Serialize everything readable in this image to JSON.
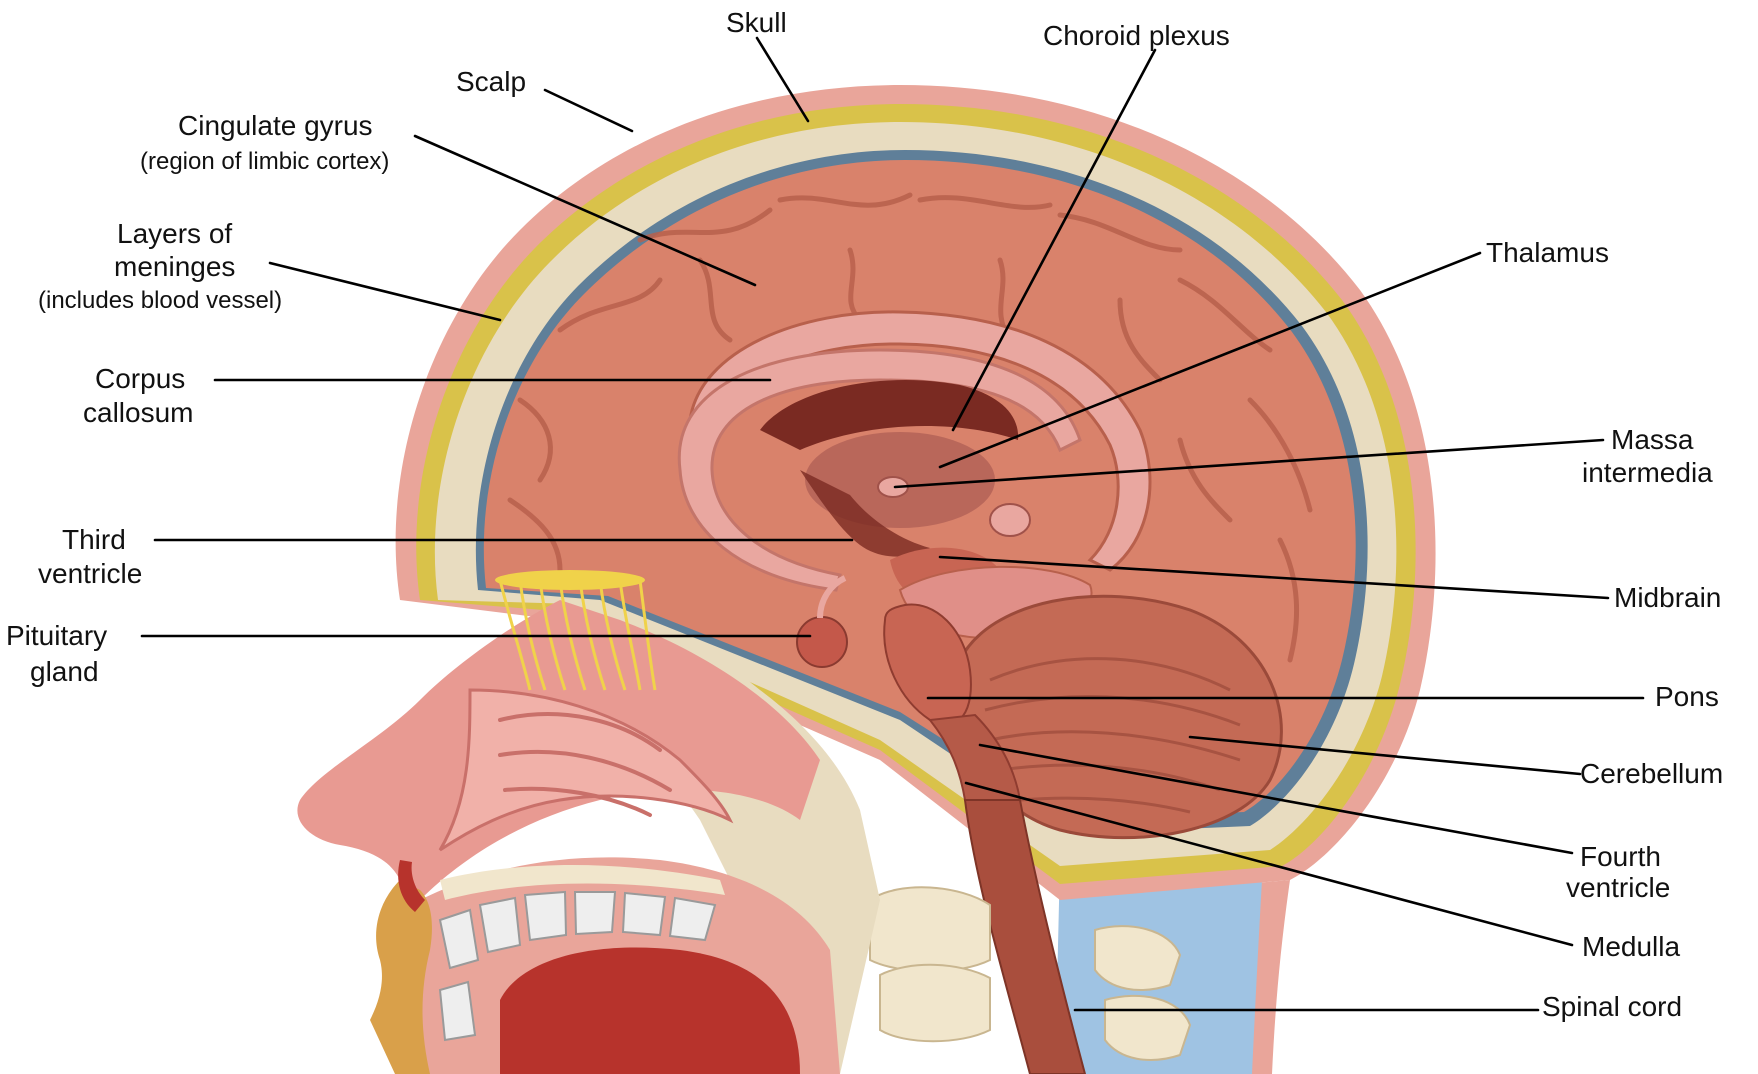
{
  "labels": {
    "skull": "Skull",
    "choroid_plexus": "Choroid plexus",
    "scalp": "Scalp",
    "cingulate_gyrus": "Cingulate gyrus",
    "cingulate_gyrus_note": "(region of limbic cortex)",
    "meninges_line1": "Layers of",
    "meninges_line2": "meninges",
    "meninges_note": "(includes blood vessel)",
    "thalamus": "Thalamus",
    "corpus_callosum_line1": "Corpus",
    "corpus_callosum_line2": "callosum",
    "massa_intermedia_line1": "Massa",
    "massa_intermedia_line2": "intermedia",
    "third_ventricle_line1": "Third",
    "third_ventricle_line2": "ventricle",
    "midbrain": "Midbrain",
    "pituitary_line1": "Pituitary",
    "pituitary_line2": "gland",
    "pons": "Pons",
    "cerebellum": "Cerebellum",
    "fourth_ventricle_line1": "Fourth",
    "fourth_ventricle_line2": "ventricle",
    "medulla": "Medulla",
    "spinal_cord": "Spinal cord"
  },
  "colors": {
    "scalp_skin": "#e9a59a",
    "skull_bone": "#e8dcc0",
    "fat_yellow": "#d9c24a",
    "meninges_blue": "#5f7f99",
    "cerebrum": "#d9826b",
    "cerebrum_shadow": "#b8604c",
    "corpus_callosum": "#e9a7a0",
    "ventricle_dark": "#7a2a22",
    "thalamus": "#b9675a",
    "cerebellum": "#c46a55",
    "brainstem": "#c86553",
    "csf_blue": "#9fc3e3",
    "nose_skin": "#e89a92",
    "mouth_red": "#b7332c",
    "teeth": "#eeeeee",
    "nerve_yellow": "#f0d24a"
  }
}
